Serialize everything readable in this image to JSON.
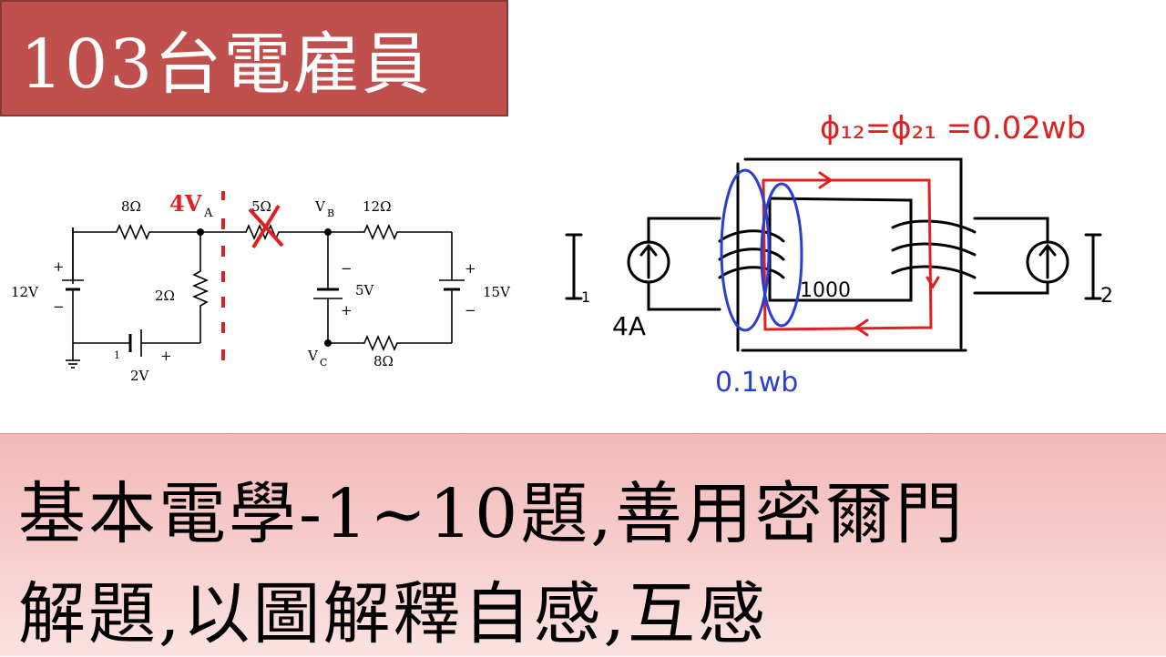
{
  "title": {
    "text": "103台電雇員",
    "background": "#c0504d",
    "color": "#ffffff"
  },
  "circuit_left": {
    "labels": {
      "r_top_left": "8Ω",
      "node_a": "A",
      "r_top_mid": "5Ω",
      "node_b": "V",
      "node_b_sub": "B",
      "r_top_right": "12Ω",
      "src_left": "12V",
      "r_mid": "2Ω",
      "src_mid": "5V",
      "src_right": "15V",
      "src_bottom": "2V",
      "node_c": "V",
      "node_c_sub": "C",
      "r_bottom_right": "8Ω",
      "plus": "+",
      "minus": "−",
      "one": "1"
    },
    "annotations": {
      "node_voltage": "4V",
      "color": "#e02020"
    }
  },
  "circuit_right": {
    "annotations": {
      "flux_equation": "ϕ₁₂=ϕ₂₁ =0.02wb",
      "turns": "1000",
      "current": "4A",
      "flux_left": "0.1wb",
      "i1": "I",
      "i1_sub": "1",
      "i2": "I",
      "i2_sub": "2"
    },
    "colors": {
      "red": "#e02020",
      "blue": "#2a3fd0",
      "ink": "#000000"
    }
  },
  "subtitle": {
    "line1": "基本電學-1~10題,善用密爾門",
    "line2": "解題,以圖解釋自感,互感"
  }
}
